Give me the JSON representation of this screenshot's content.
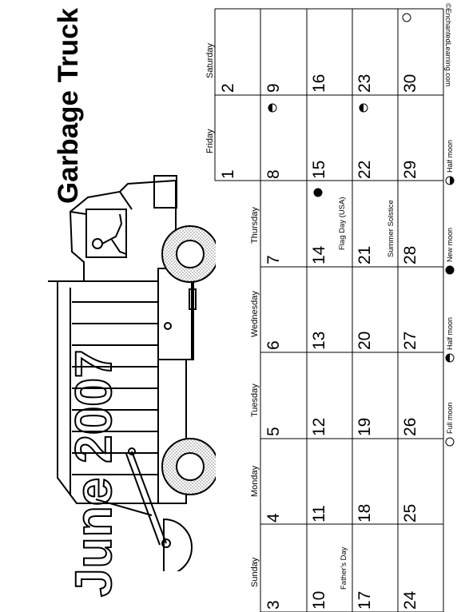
{
  "title": "June 2007",
  "subtitle": "Garbage Truck",
  "site": "©EnchantedLearning.com",
  "weekdays": [
    "Sunday",
    "Monday",
    "Tuesday",
    "Wednesday",
    "Thursday",
    "Friday",
    "Saturday"
  ],
  "weeks": [
    [
      null,
      null,
      null,
      null,
      null,
      "1",
      "2"
    ],
    [
      "3",
      "4",
      "5",
      "6",
      "7",
      "8",
      "9"
    ],
    [
      "10",
      "11",
      "12",
      "13",
      "14",
      "15",
      "16"
    ],
    [
      "17",
      "18",
      "19",
      "20",
      "21",
      "22",
      "23"
    ],
    [
      "24",
      "25",
      "26",
      "27",
      "28",
      "29",
      "30"
    ]
  ],
  "holidays": {
    "flag_day": "Flag Day (USA)",
    "fathers_day": "Father's Day",
    "summer_solstice": "Summer Solstice"
  },
  "moon_legend": {
    "full": "Full moon",
    "half1": "Half moon",
    "new": "New moon",
    "half2": "Half moon"
  }
}
